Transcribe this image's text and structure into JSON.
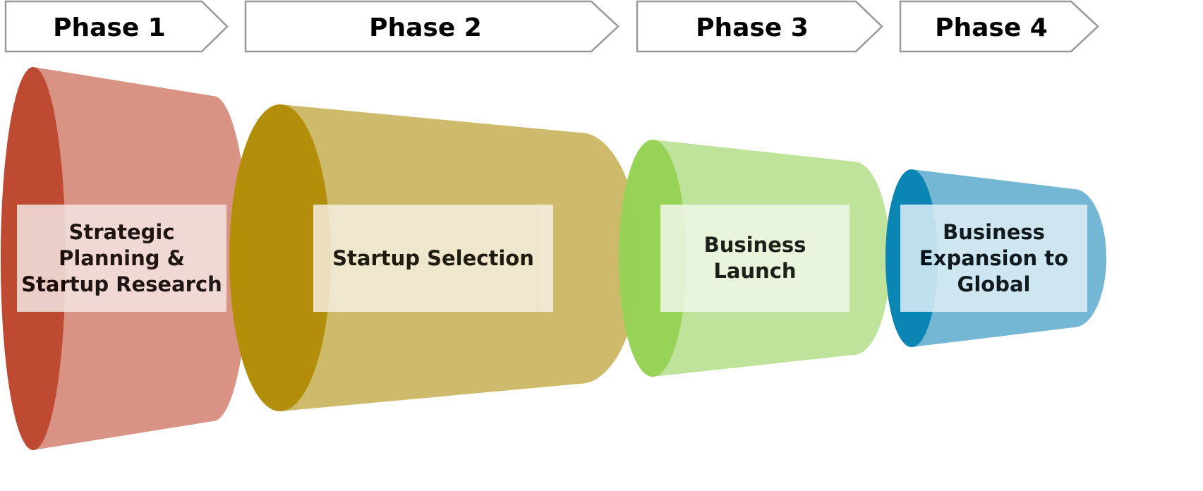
{
  "diagram": {
    "type": "phase-funnel",
    "phases": [
      {
        "header": "Phase 1",
        "label": "Strategic\nPlanning &\nStartup Research",
        "front_color": "#bb4428",
        "body_color": "#d58a7a",
        "box_color": "#f5e6e3"
      },
      {
        "header": "Phase 2",
        "label": "Startup Selection",
        "front_color": "#af8a00",
        "body_color": "#cab45e",
        "box_color": "#f5eee0"
      },
      {
        "header": "Phase 3",
        "label": "Business\nLaunch",
        "front_color": "#92d050",
        "body_color": "#bbe193",
        "box_color": "#eff7e8"
      },
      {
        "header": "Phase 4",
        "label": "Business\nExpansion to\nGlobal",
        "front_color": "#0080b0",
        "body_color": "#67b1d0",
        "box_color": "#dfeff6"
      }
    ],
    "arrow_stroke_color": "#999999"
  }
}
